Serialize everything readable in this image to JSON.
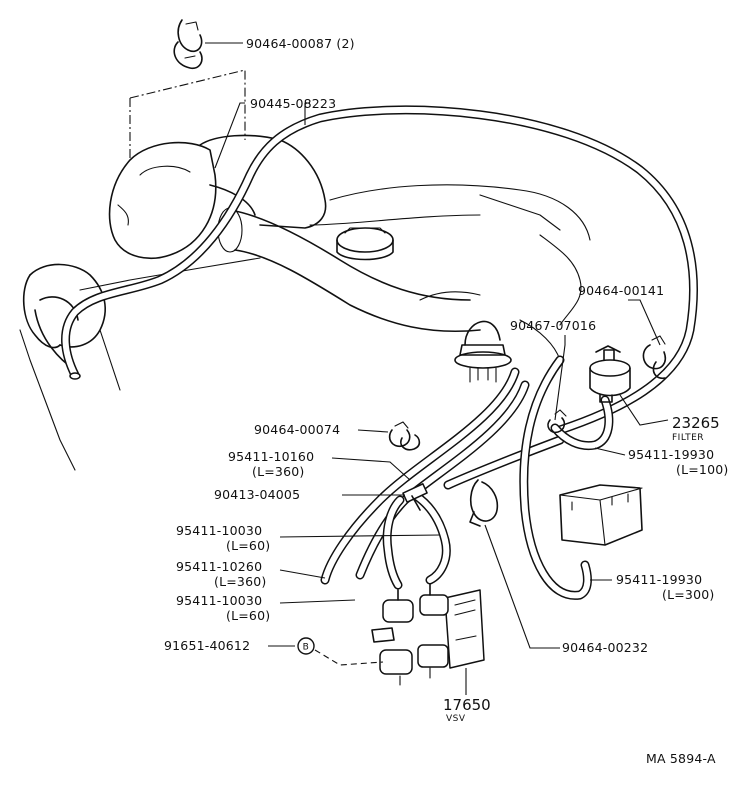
{
  "diagram": {
    "ref_code": "MA 5894-A",
    "labels": {
      "clip_top": "90464-00087 (2)",
      "hose_long": "90445-08223",
      "clip_right": "90464-00141",
      "clip_mid": "90467-07016",
      "filter_num": "23265",
      "filter_name": "FILTER",
      "hose_100_num": "95411-19930",
      "hose_100_len": "(L=100)",
      "clip_left": "90464-00074",
      "hose_360a_num": "95411-10160",
      "hose_360a_len": "(L=360)",
      "tee": "90413-04005",
      "hose_60a_num": "95411-10030",
      "hose_60a_len": "(L=60)",
      "hose_360b_num": "95411-10260",
      "hose_360b_len": "(L=360)",
      "hose_60b_num": "95411-10030",
      "hose_60b_len": "(L=60)",
      "hose_300_num": "95411-19930",
      "hose_300_len": "(L=300)",
      "bolt": "91651-40612",
      "bolt_ref": "B",
      "clamp_bottom": "90464-00232",
      "vsv_num": "17650",
      "vsv_name": "VSV"
    }
  }
}
